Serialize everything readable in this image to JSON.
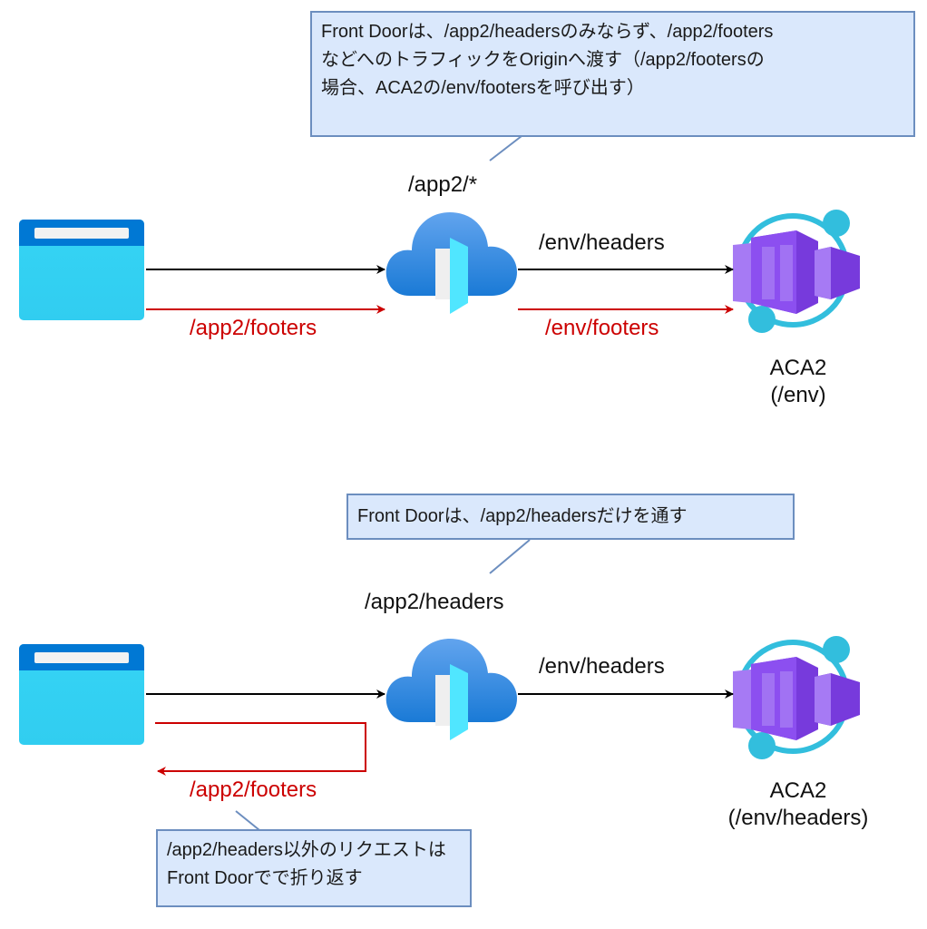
{
  "colors": {
    "black_flow": "#000000",
    "red_flow": "#cc0000",
    "note_fill": "#dae8fc",
    "note_border": "#6c8ebf"
  },
  "top_scenario": {
    "note": "Front Doorは、/app2/headersのみならず、/app2/footers\nなどへのトラフィックをOriginへ渡す（/app2/footersの\n場合、ACA2の/env/footersを呼び出す）",
    "front_door_route": "/app2/*",
    "browser_to_fd_red_label": "/app2/footers",
    "fd_to_aca_black_label": "/env/headers",
    "fd_to_aca_red_label": "/env/footers",
    "aca_name": "ACA2",
    "aca_path": "(/env)"
  },
  "bottom_scenario": {
    "note": "Front Doorは、/app2/headersだけを通す",
    "front_door_route": "/app2/headers",
    "fd_to_aca_black_label": "/env/headers",
    "rejected_red_label": "/app2/footers",
    "rejected_note": "/app2/headers以外のリクエストは\nFront Doorでで折り返す",
    "aca_name": "ACA2",
    "aca_path": "(/env/headers)"
  },
  "icons": {
    "client": "browser-window-icon",
    "gateway": "azure-front-door-icon",
    "backend": "azure-container-apps-icon"
  }
}
